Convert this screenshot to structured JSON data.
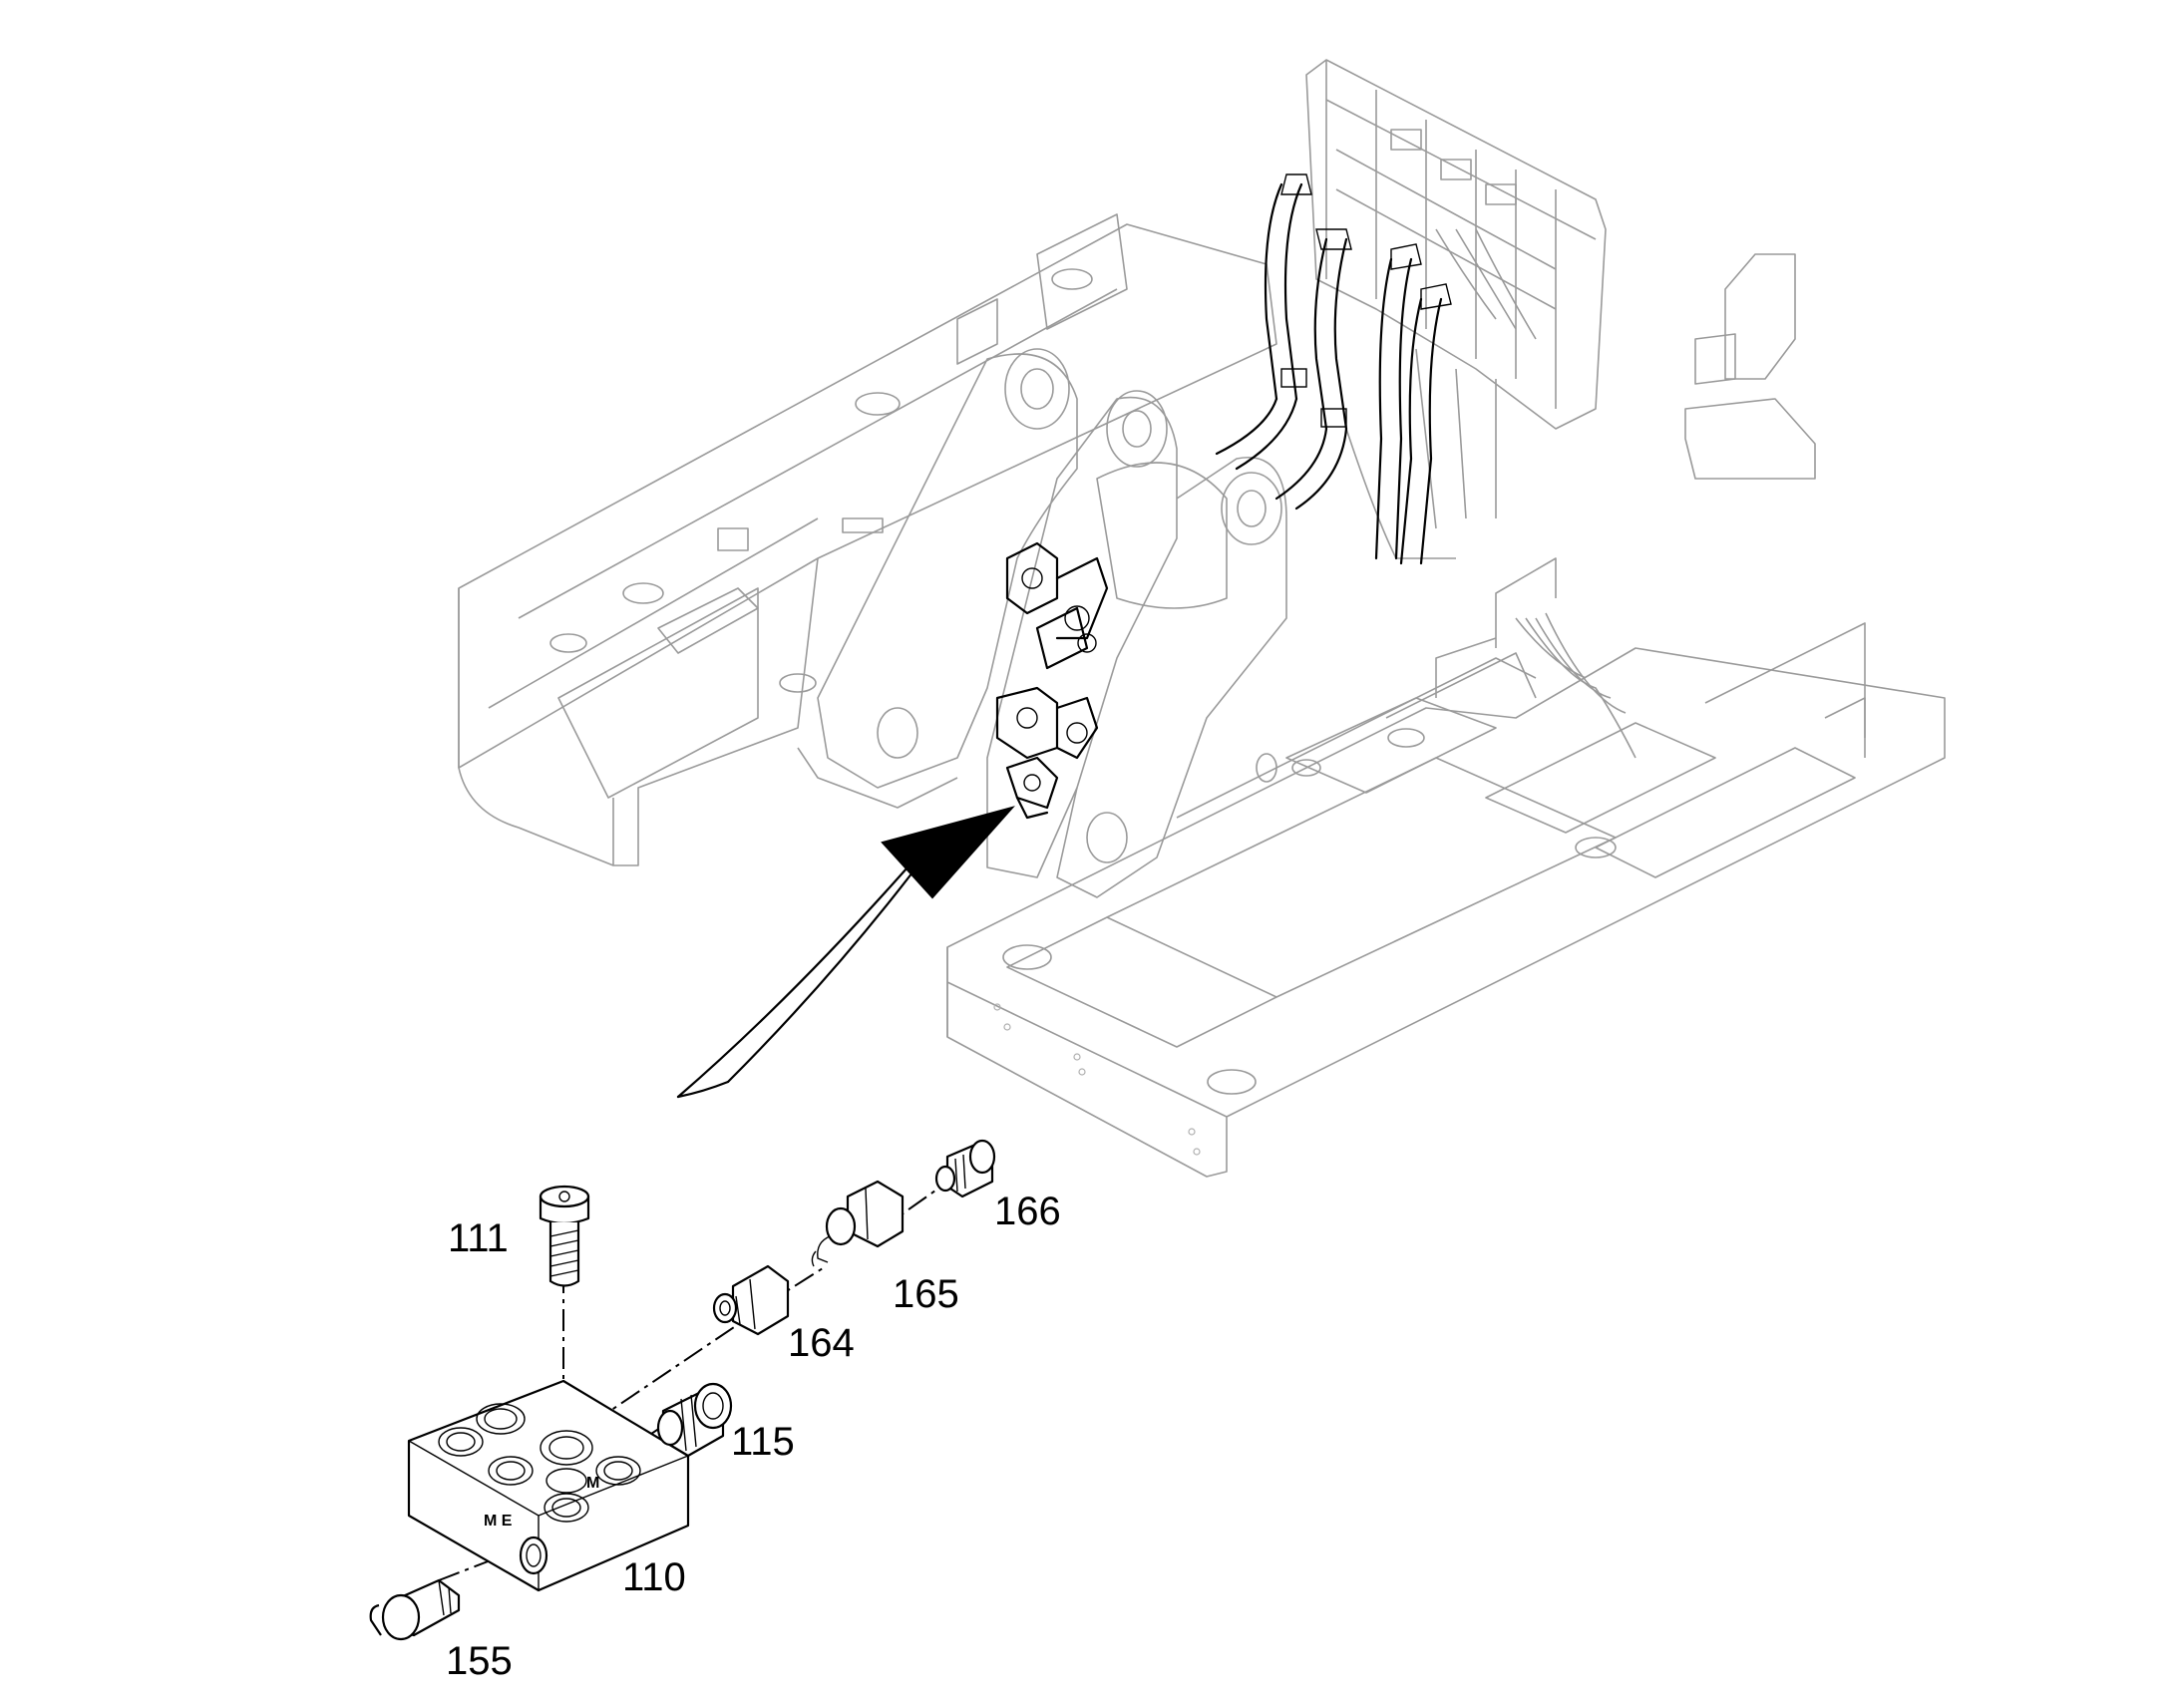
{
  "callouts": [
    {
      "id": "111",
      "text": "111"
    },
    {
      "id": "166",
      "text": "166"
    },
    {
      "id": "165",
      "text": "165"
    },
    {
      "id": "164",
      "text": "164"
    },
    {
      "id": "115",
      "text": "115"
    },
    {
      "id": "110",
      "text": "110"
    },
    {
      "id": "155",
      "text": "155"
    }
  ],
  "block_markings": {
    "side_port": "M E",
    "top_port": "M"
  }
}
